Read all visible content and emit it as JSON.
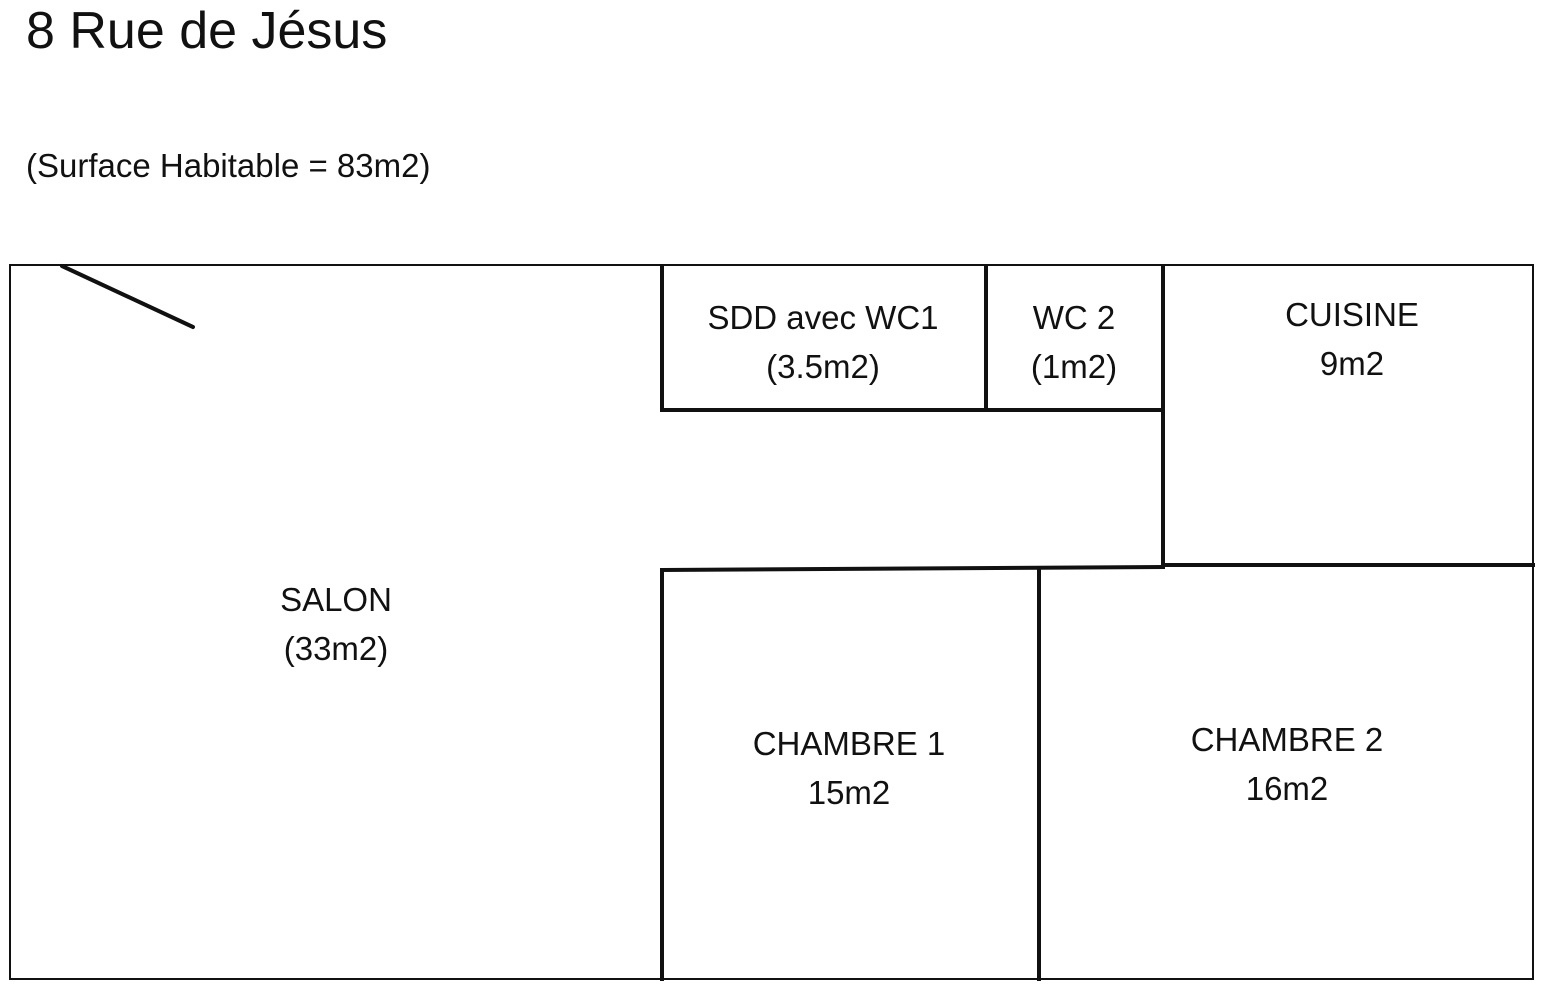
{
  "title": "8 Rue de Jésus",
  "subtitle": "(Surface Habitable = 83m2)",
  "rooms": {
    "sdd": {
      "name": "SDD avec WC1",
      "area": "(3.5m2)"
    },
    "wc2": {
      "name": "WC 2",
      "area": "(1m2)"
    },
    "cuisine": {
      "name": "CUISINE",
      "area": "9m2"
    },
    "salon": {
      "name": "SALON",
      "area": "(33m2)"
    },
    "chambre1": {
      "name": "CHAMBRE 1",
      "area": "15m2"
    },
    "chambre2": {
      "name": "CHAMBRE 2",
      "area": "16m2"
    }
  },
  "colors": {
    "walls": "#111111",
    "background": "#ffffff"
  }
}
